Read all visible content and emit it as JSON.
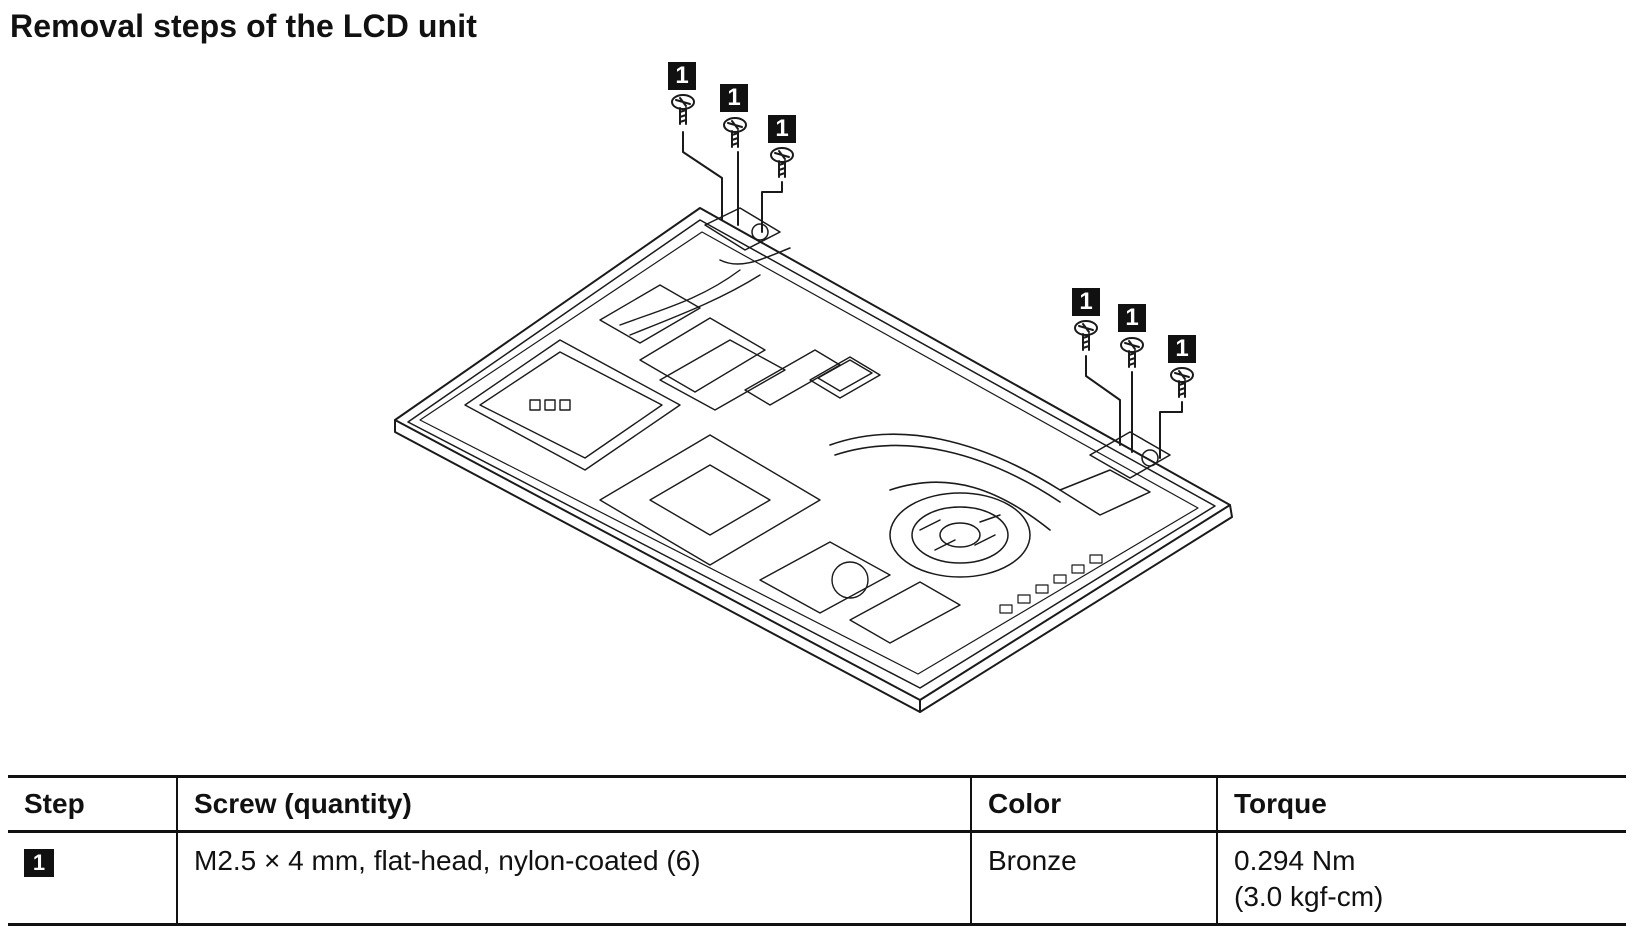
{
  "page": {
    "title": "Removal steps of the LCD unit"
  },
  "figure": {
    "callout_label": "1",
    "callout_count": 6
  },
  "table": {
    "headers": [
      "Step",
      "Screw (quantity)",
      "Color",
      "Torque"
    ],
    "rows": [
      {
        "step": "1",
        "screw": "M2.5 × 4 mm, flat-head, nylon-coated (6)",
        "color": "Bronze",
        "torque_line1": "0.294 Nm",
        "torque_line2": "(3.0 kgf-cm)"
      }
    ]
  }
}
